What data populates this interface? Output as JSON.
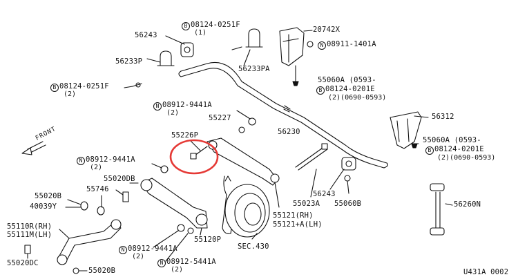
{
  "front_label": "FRONT",
  "highlight_color": "#e53935",
  "diagram_code": "U431A 0002",
  "callouts": [
    {
      "id": "56243-top",
      "text": "56243"
    },
    {
      "id": "08124-0251F-top",
      "prefix": "B",
      "text": "08124-0251F",
      "qty": "(1)"
    },
    {
      "id": "20742X",
      "text": "20742X"
    },
    {
      "id": "08911-1401A",
      "prefix": "N",
      "text": "08911-1401A"
    },
    {
      "id": "56233P",
      "text": "56233P"
    },
    {
      "id": "56233PA",
      "text": "56233PA"
    },
    {
      "id": "55060A-top",
      "text": "55060A (0593-"
    },
    {
      "id": "08124-0201E-top",
      "prefix": "B",
      "text": "08124-0201E",
      "qty": "(2)(0690-0593)"
    },
    {
      "id": "08124-0251F-left",
      "prefix": "B",
      "text": "08124-0251F",
      "qty": "(2)"
    },
    {
      "id": "08912-9441A-top",
      "prefix": "N",
      "text": "08912-9441A",
      "qty": "(2)"
    },
    {
      "id": "55227",
      "text": "55227"
    },
    {
      "id": "56230",
      "text": "56230"
    },
    {
      "id": "56312",
      "text": "56312"
    },
    {
      "id": "55226P",
      "text": "55226P"
    },
    {
      "id": "55060A-right",
      "text": "55060A (0593-"
    },
    {
      "id": "08124-0201E-right",
      "prefix": "B",
      "text": "08124-0201E",
      "qty": "(2)(0690-0593)"
    },
    {
      "id": "08912-9441A-mid",
      "prefix": "N",
      "text": "08912-9441A",
      "qty": "(2)"
    },
    {
      "id": "55020DB",
      "text": "55020DB"
    },
    {
      "id": "55746",
      "text": "55746"
    },
    {
      "id": "55020B-left",
      "text": "55020B"
    },
    {
      "id": "40039Y",
      "text": "40039Y"
    },
    {
      "id": "56243-right",
      "text": "56243"
    },
    {
      "id": "55023A",
      "text": "55023A"
    },
    {
      "id": "55060B",
      "text": "55060B"
    },
    {
      "id": "56260N",
      "text": "56260N"
    },
    {
      "id": "55121",
      "text": "55121(RH)"
    },
    {
      "id": "55121A",
      "text": "55121+A(LH)"
    },
    {
      "id": "55110R",
      "text": "55110R(RH)"
    },
    {
      "id": "55111M",
      "text": "55111M(LH)"
    },
    {
      "id": "55120P",
      "text": "55120P"
    },
    {
      "id": "SEC430",
      "text": "SEC.430"
    },
    {
      "id": "08912-9441A-bottom",
      "prefix": "N",
      "text": "08912-9441A",
      "qty": "(2)"
    },
    {
      "id": "08912-5441A",
      "prefix": "N",
      "text": "08912-5441A",
      "qty": "(2)"
    },
    {
      "id": "55020DC",
      "text": "55020DC"
    },
    {
      "id": "55020B-bottom",
      "text": "55020B"
    }
  ]
}
